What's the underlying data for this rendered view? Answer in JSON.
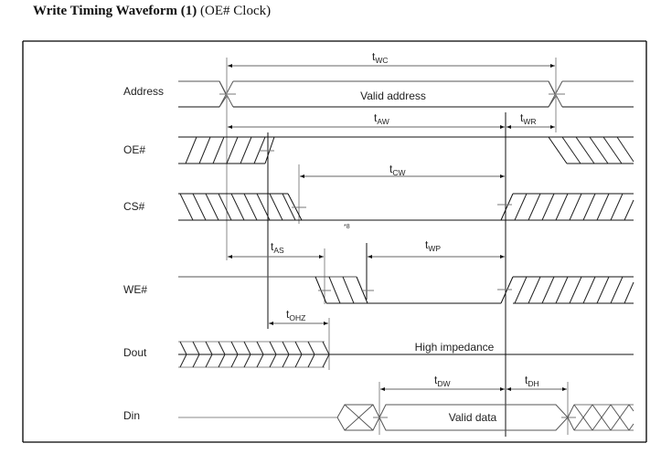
{
  "title": {
    "bold": "Write Timing Waveform (1)",
    "normal": "(OE# Clock)"
  },
  "signals": [
    {
      "name": "Address"
    },
    {
      "name": "OE#"
    },
    {
      "name": "CS#"
    },
    {
      "name": "WE#"
    },
    {
      "name": "Dout"
    },
    {
      "name": "Din"
    }
  ],
  "waveform_text": {
    "address_valid": "Valid address",
    "dout_state": "High impedance",
    "din_valid": "Valid data",
    "note_marker": "*8"
  },
  "timing_params": [
    {
      "key": "twc",
      "main": "t",
      "sub": "WC"
    },
    {
      "key": "taw",
      "main": "t",
      "sub": "AW"
    },
    {
      "key": "twr",
      "main": "t",
      "sub": "WR"
    },
    {
      "key": "tcw",
      "main": "t",
      "sub": "CW"
    },
    {
      "key": "tas",
      "main": "t",
      "sub": "AS"
    },
    {
      "key": "twp",
      "main": "t",
      "sub": "WP"
    },
    {
      "key": "tohz",
      "main": "t",
      "sub": "OHZ"
    },
    {
      "key": "tdw",
      "main": "t",
      "sub": "DW"
    },
    {
      "key": "tdh",
      "main": "t",
      "sub": "DH"
    }
  ],
  "colors": {
    "line": "#111111",
    "gray_line": "#8a8a8a",
    "frame": "#000000"
  }
}
